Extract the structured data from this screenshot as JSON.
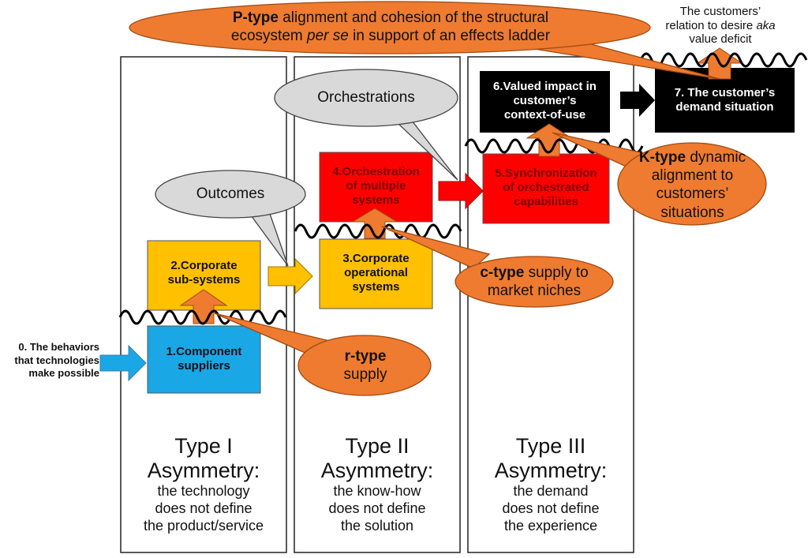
{
  "start": {
    "label": "0. The behaviors that technologies make possible",
    "lines": [
      "0. The behaviors",
      "that technologies",
      "make possible"
    ]
  },
  "boxes": {
    "b1": {
      "lines": [
        "1.Component",
        "suppliers"
      ]
    },
    "b2": {
      "lines": [
        "2.Corporate",
        "sub-systems"
      ]
    },
    "b3": {
      "lines": [
        "3.Corporate",
        "operational",
        "systems"
      ]
    },
    "b4": {
      "lines": [
        "4.Orchestration",
        "of multiple",
        "systems"
      ]
    },
    "b5": {
      "lines": [
        "5.Synchronization",
        "of orchestrated",
        "capabilities"
      ]
    },
    "b6": {
      "lines": [
        "6.Valued impact in",
        "customer’s",
        "context-of-use"
      ]
    },
    "b7": {
      "lines": [
        "7. The customer’s",
        "demand situation"
      ]
    }
  },
  "bubbles": {
    "p": {
      "bold": "P-type",
      "rest": " alignment and cohesion of the structural",
      "line2a": "ecosystem ",
      "line2i": "per se",
      "line2b": " in support of an effects ladder"
    },
    "k": {
      "bold": "K-type",
      "rest": " dynamic",
      "line2": "alignment to",
      "line3": "customers’",
      "line4": "situations"
    },
    "c": {
      "bold": "c-type",
      "rest": " supply to",
      "line2": "market niches"
    },
    "r": {
      "bold": "r-type",
      "line2": "supply"
    }
  },
  "callouts": {
    "outcomes": "Outcomes",
    "orchestrations": "Orchestrations"
  },
  "top_right": {
    "line1": "The customers’",
    "line2a": "relation to desire ",
    "line2i": "aka",
    "line3": "value deficit"
  },
  "panels": [
    {
      "title1": "Type I",
      "title2": "Asymmetry:",
      "desc": [
        "the technology",
        "does not define",
        "the product/service"
      ]
    },
    {
      "title1": "Type II",
      "title2": "Asymmetry:",
      "desc": [
        "the know-how",
        "does not define",
        "the solution"
      ]
    },
    {
      "title1": "Type III",
      "title2": "Asymmetry:",
      "desc": [
        "the demand",
        "does not define",
        "the experience"
      ]
    }
  ],
  "colors": {
    "blue": "#1aa7e6",
    "yellow": "#ffc000",
    "red": "#ff0000",
    "black": "#000000",
    "orange": "#ee7b30",
    "grey": "#d9d9d9",
    "outline": "#222222"
  }
}
